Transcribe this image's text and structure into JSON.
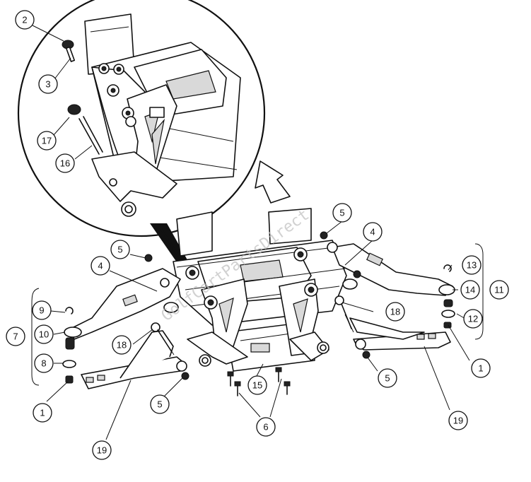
{
  "watermark": "GolfCartPartsDirect",
  "callouts": [
    {
      "id": "c2",
      "label": "2"
    },
    {
      "id": "c3",
      "label": "3"
    },
    {
      "id": "c17",
      "label": "17"
    },
    {
      "id": "c16",
      "label": "16"
    },
    {
      "id": "c5a",
      "label": "5"
    },
    {
      "id": "c4a",
      "label": "4"
    },
    {
      "id": "c5b",
      "label": "5"
    },
    {
      "id": "c4b",
      "label": "4"
    },
    {
      "id": "c13",
      "label": "13"
    },
    {
      "id": "c14",
      "label": "14"
    },
    {
      "id": "c11",
      "label": "11"
    },
    {
      "id": "c12",
      "label": "12"
    },
    {
      "id": "c9",
      "label": "9"
    },
    {
      "id": "c10",
      "label": "10"
    },
    {
      "id": "c7",
      "label": "7"
    },
    {
      "id": "c8",
      "label": "8"
    },
    {
      "id": "c1a",
      "label": "1"
    },
    {
      "id": "c18a",
      "label": "18"
    },
    {
      "id": "c18b",
      "label": "18"
    },
    {
      "id": "c5c",
      "label": "5"
    },
    {
      "id": "c15",
      "label": "15"
    },
    {
      "id": "c6",
      "label": "6"
    },
    {
      "id": "c5d",
      "label": "5"
    },
    {
      "id": "c1b",
      "label": "1"
    },
    {
      "id": "c19a",
      "label": "19"
    },
    {
      "id": "c19b",
      "label": "19"
    }
  ]
}
